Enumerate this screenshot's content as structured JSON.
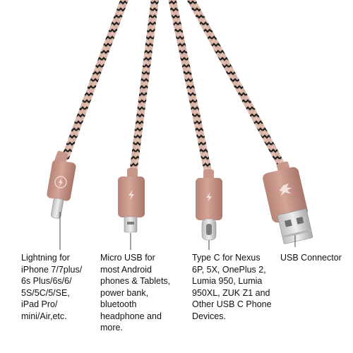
{
  "colors": {
    "braid_base": "#d9b4a6",
    "braid_dark": "#1e1e1e",
    "housing": "#c7978a",
    "housing_shade": "#a8766a",
    "metal": "#d7d7d7",
    "metal_shade": "#9e9e9e",
    "background": "#ffffff",
    "leader_line": "#333333"
  },
  "icons": [
    "bolt-logo-icon",
    "bird-logo-icon"
  ],
  "labels": {
    "lightning": [
      "Lightning for",
      "iPhone 7/7plus/",
      "6s Plus/6s/6/",
      "5S/5C/5/SE,",
      "iPad Pro/",
      "mini/Air,etc."
    ],
    "micro_usb": [
      "Micro USB for",
      "most Android",
      "phones & Tablets,",
      "power bank,",
      "bluetooth",
      "headphone and",
      "more."
    ],
    "type_c": [
      "Type C for Nexus",
      "6P, 5X, OnePlus 2,",
      "Lumia 950, Lumia",
      "950XL, ZUK Z1 and",
      "Other USB C Phone",
      "Devices."
    ],
    "usb_connector": [
      "USB Connector"
    ]
  }
}
